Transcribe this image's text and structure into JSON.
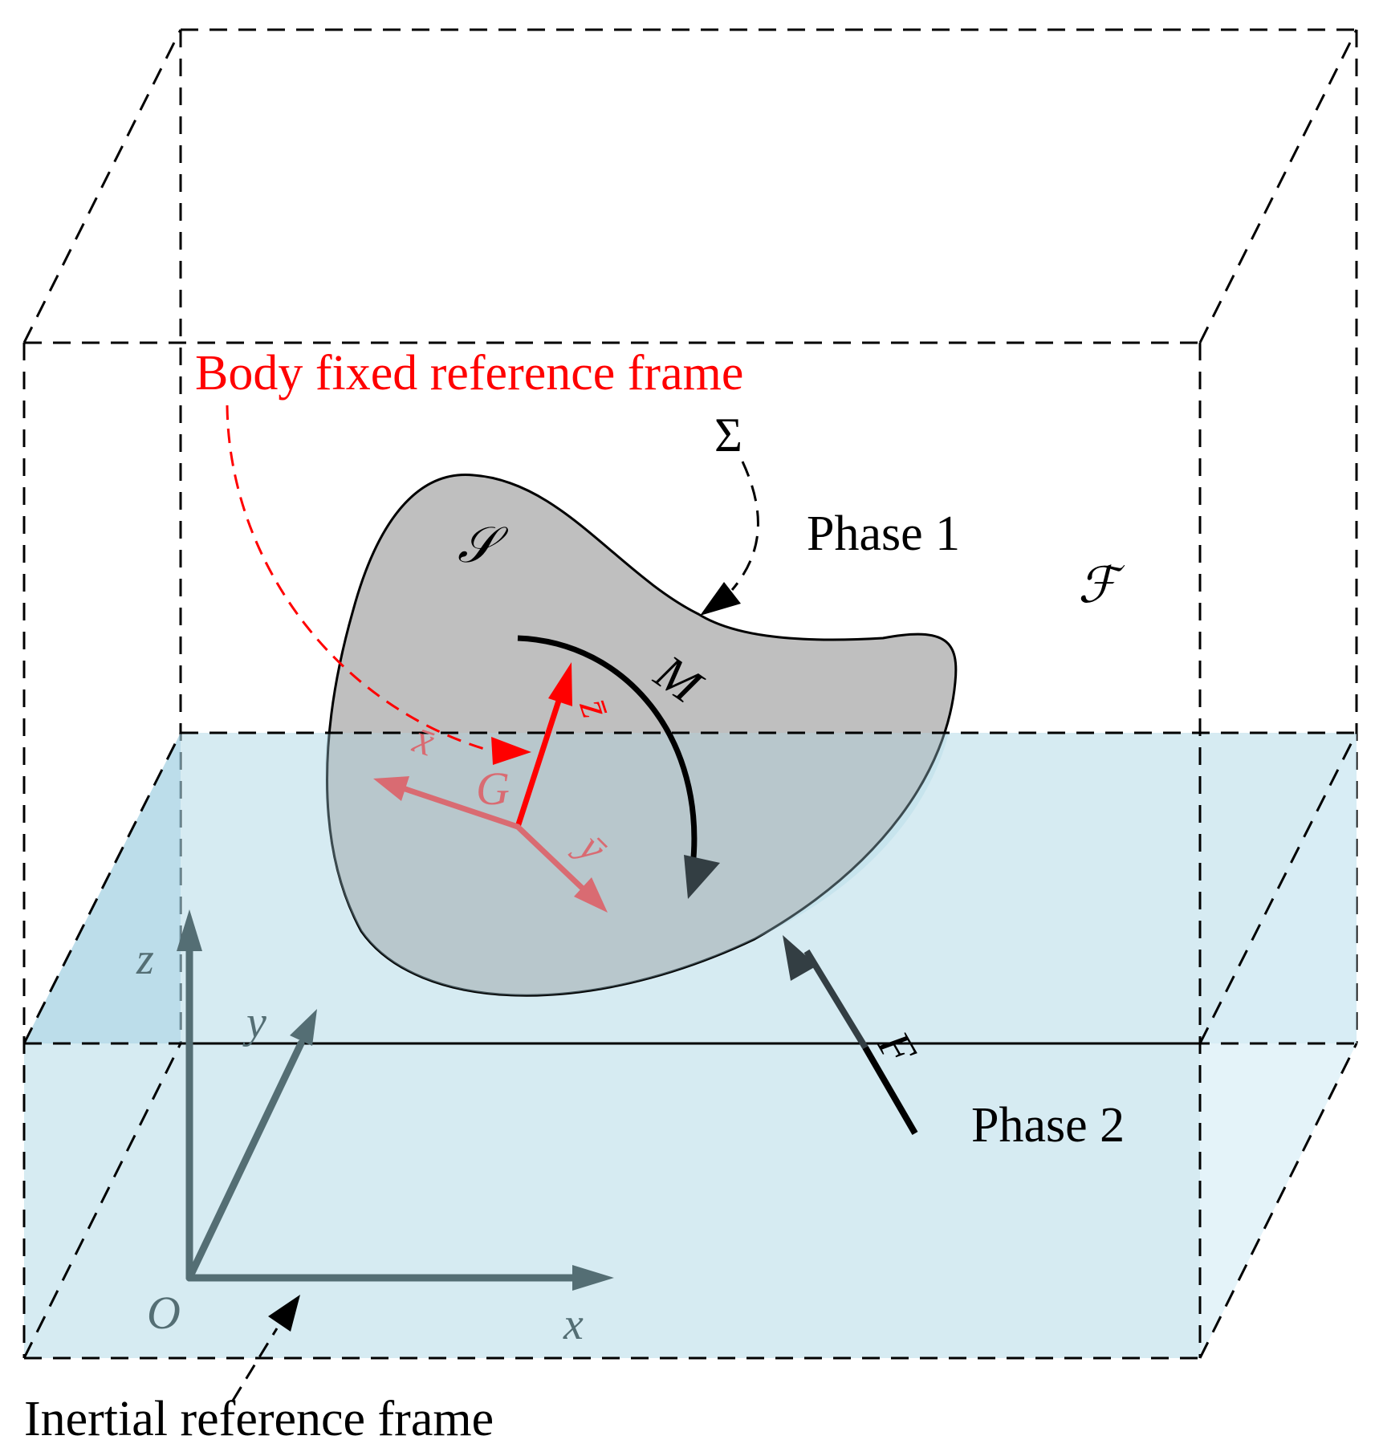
{
  "labels": {
    "body_frame": "Body fixed reference frame",
    "inertial_frame": "Inertial reference frame",
    "phase1": "Phase 1",
    "phase2": "Phase 2",
    "sigma": "Σ",
    "solid": "𝒮",
    "fluid": "ℱ",
    "moment": "M",
    "force": "F",
    "center": "G",
    "origin": "O",
    "axis_x": "x",
    "axis_y": "y",
    "axis_z": "z",
    "body_axis_x": "x̄",
    "body_axis_y": "ȳ",
    "body_axis_z": "z̄"
  },
  "colors": {
    "box_lines": "#000000",
    "body_frame": "#ff0000",
    "body_frame_faded": "#d96b72",
    "solid_fill": "#bfbfbf",
    "phase2_fill": "#add8e6",
    "inertial_axes": "#546e74",
    "dark_arrow": "#333e43"
  }
}
